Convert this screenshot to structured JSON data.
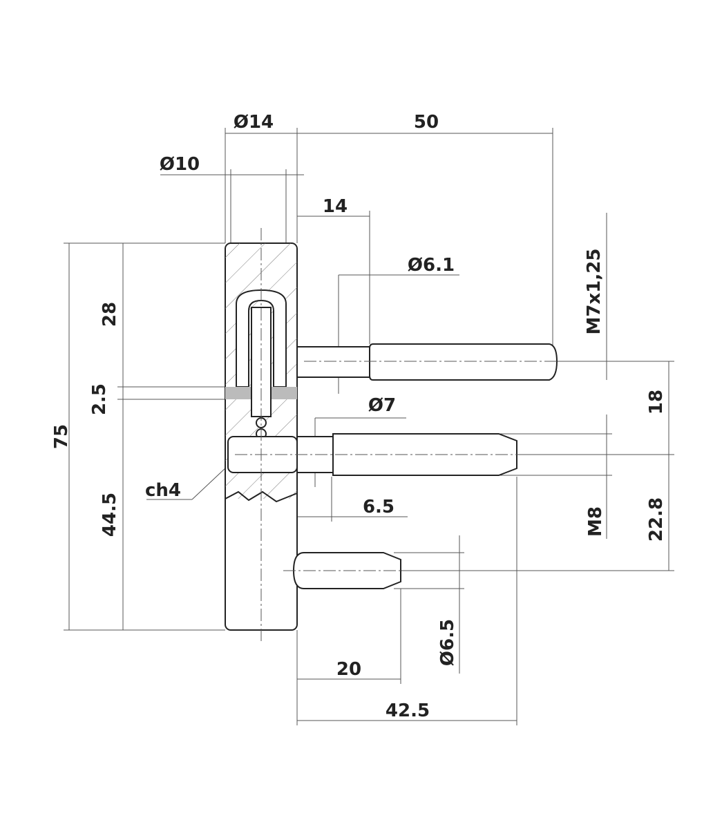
{
  "title": "Hinge pin technical drawing",
  "dimensions": {
    "d14": "Ø14",
    "len50": "50",
    "d10": "Ø10",
    "len14": "14",
    "d61": "Ø6.1",
    "thread_top": "M7x1,25",
    "len75": "75",
    "len28": "28",
    "len25": "2.5",
    "len445": "44.5",
    "len18": "18",
    "d7": "Ø7",
    "ch4": "ch4",
    "len65": "6.5",
    "thread_mid": "M8",
    "len228": "22.8",
    "d65": "Ø6.5",
    "len20": "20",
    "len425": "42.5"
  }
}
